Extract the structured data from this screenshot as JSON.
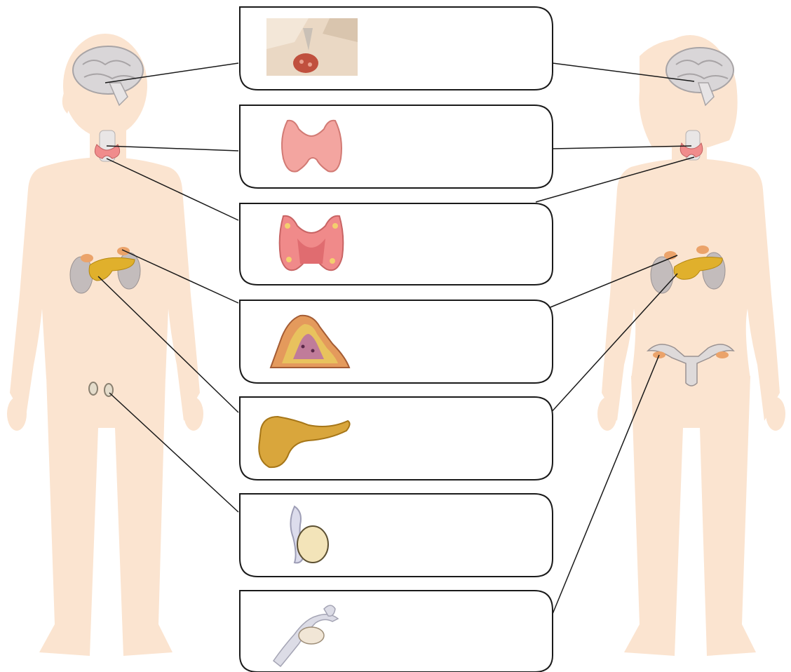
{
  "diagram": {
    "figures": [
      {
        "id": "male-figure",
        "glands": [
          "brain",
          "thyroid",
          "adrenal-left",
          "adrenal-right",
          "kidney-left",
          "kidney-right",
          "pancreas",
          "testes"
        ]
      },
      {
        "id": "female-figure",
        "glands": [
          "brain",
          "thyroid",
          "adrenal-left",
          "adrenal-right",
          "kidney-left",
          "kidney-right",
          "pancreas",
          "ovaries",
          "uterus"
        ]
      }
    ],
    "label_boxes": [
      {
        "id": "pituitary",
        "icon": "pituitary-gland-icon",
        "text": ""
      },
      {
        "id": "thyroid",
        "icon": "thyroid-gland-icon",
        "text": ""
      },
      {
        "id": "parathyroid",
        "icon": "parathyroid-gland-icon",
        "text": ""
      },
      {
        "id": "adrenal",
        "icon": "adrenal-gland-icon",
        "text": ""
      },
      {
        "id": "pancreas",
        "icon": "pancreas-icon",
        "text": ""
      },
      {
        "id": "testis",
        "icon": "testis-icon",
        "text": ""
      },
      {
        "id": "ovary",
        "icon": "ovary-icon",
        "text": ""
      }
    ],
    "colors": {
      "skin": "#fbe4d0",
      "line": "#1a1a1a",
      "brain": "#d9d6d8",
      "thyroid": "#f08c8c",
      "pancreas": "#e0b02c",
      "kidney": "#c3bcbc",
      "adrenal": "#eba36a"
    }
  }
}
